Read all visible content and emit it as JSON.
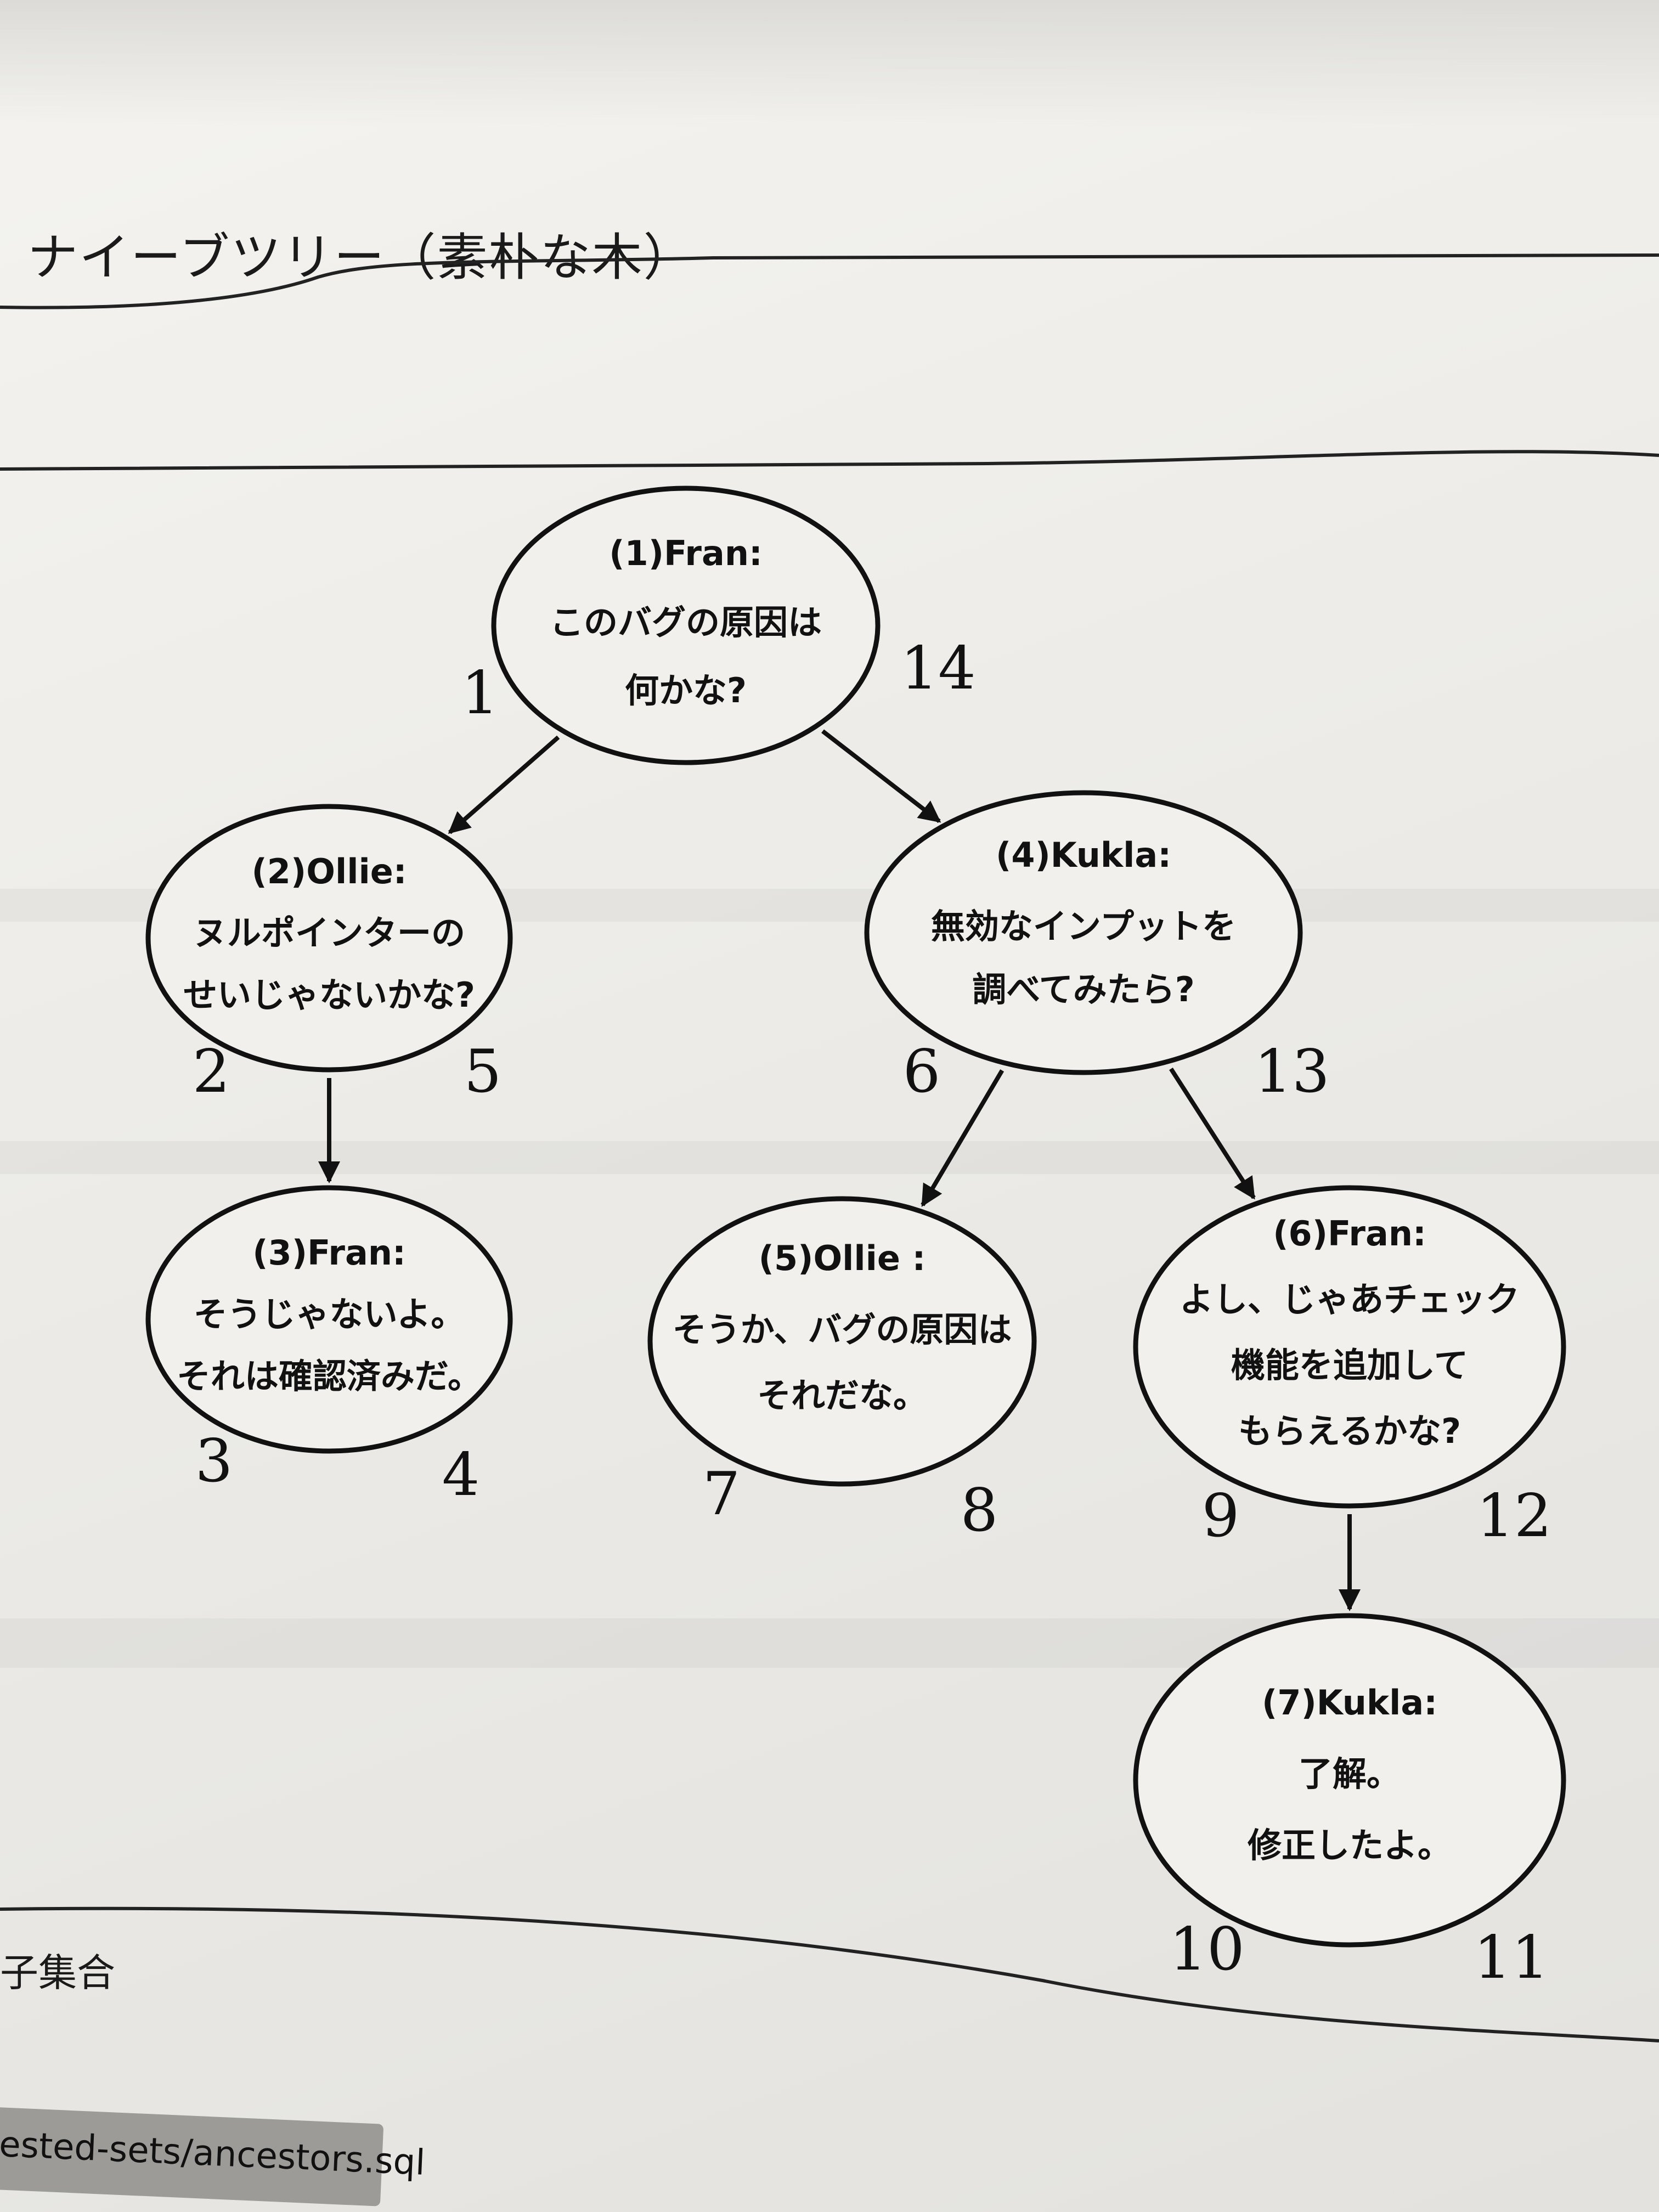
{
  "heading": "ナイーブツリー（素朴な木）",
  "footer": {
    "caption": "子集合",
    "file_path": "ested-sets/ancestors.sql"
  },
  "nodes": [
    {
      "id": 1,
      "lines": [
        "(1)Fran:",
        "このバグの原因は",
        "何かな?"
      ],
      "left": "1",
      "right": "14"
    },
    {
      "id": 2,
      "lines": [
        "(2)Ollie:",
        "ヌルポインターの",
        "せいじゃないかな?"
      ],
      "left": "2",
      "right": "5"
    },
    {
      "id": 3,
      "lines": [
        "(3)Fran:",
        "そうじゃないよ。",
        "それは確認済みだ。"
      ],
      "left": "3",
      "right": "4"
    },
    {
      "id": 4,
      "lines": [
        "(4)Kukla:",
        "無効なインプットを",
        "調べてみたら?"
      ],
      "left": "6",
      "right": "13"
    },
    {
      "id": 5,
      "lines": [
        "(5)Ollie :",
        "そうか、バグの原因は",
        "それだな。"
      ],
      "left": "7",
      "right": "8"
    },
    {
      "id": 6,
      "lines": [
        "(6)Fran:",
        "よし、じゃあチェック",
        "機能を追加して",
        "もらえるかな?"
      ],
      "left": "9",
      "right": "12"
    },
    {
      "id": 7,
      "lines": [
        "(7)Kukla:",
        "了解。",
        "修正したよ。"
      ],
      "left": "10",
      "right": "11"
    }
  ],
  "edges": [
    {
      "from": 1,
      "to": 2
    },
    {
      "from": 1,
      "to": 4
    },
    {
      "from": 2,
      "to": 3
    },
    {
      "from": 4,
      "to": 5
    },
    {
      "from": 4,
      "to": 6
    },
    {
      "from": 6,
      "to": 7
    }
  ]
}
